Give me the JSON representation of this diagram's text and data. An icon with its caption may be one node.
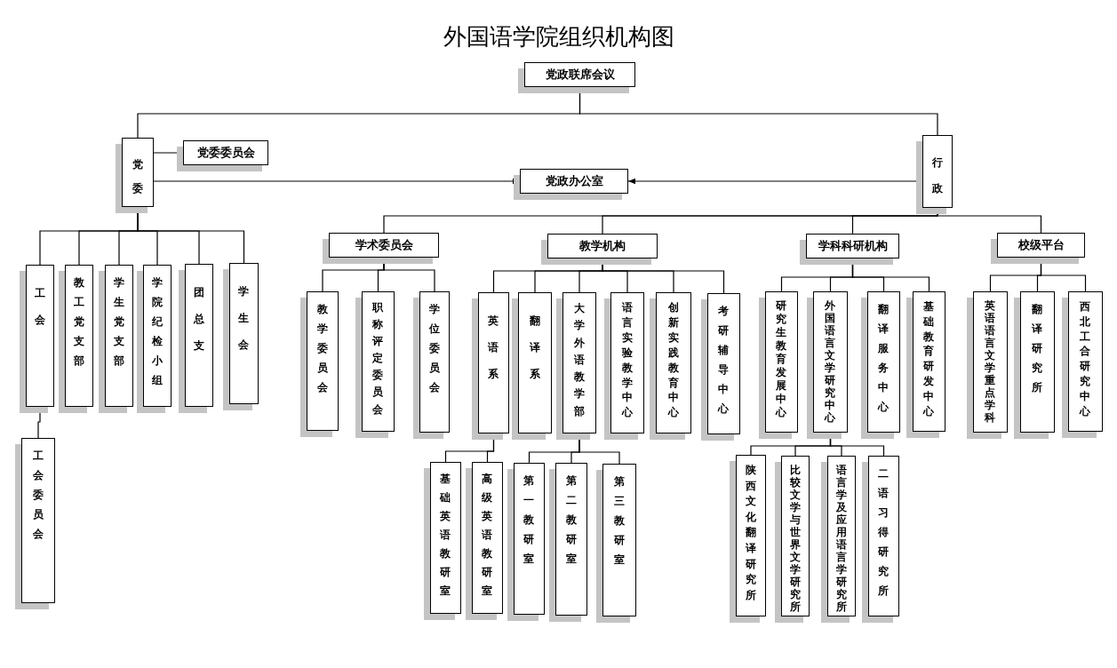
{
  "diagram": {
    "title": "外国语学院组织机构图",
    "nodes": [
      {
        "text": [
          "党政联席会议"
        ]
      },
      {
        "text": [
          "党委"
        ]
      },
      {
        "text": [
          "党委委员会"
        ]
      },
      {
        "text": [
          "行政"
        ]
      },
      {
        "text": [
          "党政办公室"
        ]
      },
      {
        "text": [
          "工会"
        ]
      },
      {
        "text": [
          "教工党支部"
        ]
      },
      {
        "text": [
          "学生党支部"
        ]
      },
      {
        "text": [
          "学院纪检小组"
        ]
      },
      {
        "text": [
          "团总支"
        ]
      },
      {
        "text": [
          "学生会"
        ]
      },
      {
        "text": [
          "工会委员会"
        ]
      },
      {
        "text": [
          "学术委员会"
        ]
      },
      {
        "text": [
          "教学机构"
        ]
      },
      {
        "text": [
          "学科科研机构"
        ]
      },
      {
        "text": [
          "校级平台"
        ]
      },
      {
        "text": [
          "教学委员会"
        ]
      },
      {
        "text": [
          "职称评定委员会"
        ]
      },
      {
        "text": [
          "学位委员会"
        ]
      },
      {
        "text": [
          "英语系"
        ]
      },
      {
        "text": [
          "翻译系"
        ]
      },
      {
        "text": [
          "大学外语教学部"
        ]
      },
      {
        "text": [
          "语言实验教学中心"
        ]
      },
      {
        "text": [
          "创新实践教育中心"
        ]
      },
      {
        "text": [
          "考研辅导中心"
        ]
      },
      {
        "text": [
          "研究生教育发展中心"
        ]
      },
      {
        "text": [
          "外国语言文学研究中心"
        ]
      },
      {
        "text": [
          "翻译服务中心"
        ]
      },
      {
        "text": [
          "基础教育研发中心"
        ]
      },
      {
        "text": [
          "英语语言文学重点学科"
        ]
      },
      {
        "text": [
          "翻译研究所"
        ]
      },
      {
        "text": [
          "西北工合研究中心"
        ]
      },
      {
        "text": [
          "基础英语教研室"
        ]
      },
      {
        "text": [
          "高级英语教研室"
        ]
      },
      {
        "text": [
          "第一教研室"
        ]
      },
      {
        "text": [
          "第二教研室"
        ]
      },
      {
        "text": [
          "第三教研室"
        ]
      },
      {
        "text": [
          "陕西文化翻译研究所"
        ]
      },
      {
        "text": [
          "比较文学与世界文学研究所"
        ]
      },
      {
        "text": [
          "语言学及应用语言学研究所"
        ]
      },
      {
        "text": [
          "二语习得研究所"
        ]
      }
    ],
    "edges": [
      {
        "from": 0,
        "to": 1,
        "arrow": "none"
      },
      {
        "from": 0,
        "to": 3,
        "arrow": "none"
      },
      {
        "from": 1,
        "to": 2,
        "arrow": "none"
      },
      {
        "from": 1,
        "to": 4,
        "arrow": "to"
      },
      {
        "from": 3,
        "to": 4,
        "arrow": "to"
      },
      {
        "from": 1,
        "to": 5,
        "arrow": "none"
      },
      {
        "from": 1,
        "to": 6,
        "arrow": "none"
      },
      {
        "from": 1,
        "to": 7,
        "arrow": "none"
      },
      {
        "from": 1,
        "to": 8,
        "arrow": "none"
      },
      {
        "from": 1,
        "to": 9,
        "arrow": "none"
      },
      {
        "from": 1,
        "to": 10,
        "arrow": "none"
      },
      {
        "from": 5,
        "to": 11,
        "arrow": "none"
      },
      {
        "from": 3,
        "to": 12,
        "arrow": "none"
      },
      {
        "from": 3,
        "to": 13,
        "arrow": "none"
      },
      {
        "from": 3,
        "to": 14,
        "arrow": "none"
      },
      {
        "from": 3,
        "to": 15,
        "arrow": "none"
      },
      {
        "from": 12,
        "to": 16,
        "arrow": "none"
      },
      {
        "from": 12,
        "to": 17,
        "arrow": "none"
      },
      {
        "from": 12,
        "to": 18,
        "arrow": "none"
      },
      {
        "from": 13,
        "to": 19,
        "arrow": "none"
      },
      {
        "from": 13,
        "to": 20,
        "arrow": "none"
      },
      {
        "from": 13,
        "to": 21,
        "arrow": "none"
      },
      {
        "from": 13,
        "to": 22,
        "arrow": "none"
      },
      {
        "from": 13,
        "to": 23,
        "arrow": "none"
      },
      {
        "from": 13,
        "to": 24,
        "arrow": "none"
      },
      {
        "from": 14,
        "to": 25,
        "arrow": "none"
      },
      {
        "from": 14,
        "to": 26,
        "arrow": "none"
      },
      {
        "from": 14,
        "to": 27,
        "arrow": "none"
      },
      {
        "from": 14,
        "to": 28,
        "arrow": "none"
      },
      {
        "from": 15,
        "to": 29,
        "arrow": "none"
      },
      {
        "from": 15,
        "to": 30,
        "arrow": "none"
      },
      {
        "from": 15,
        "to": 31,
        "arrow": "none"
      },
      {
        "from": 19,
        "to": 32,
        "arrow": "none"
      },
      {
        "from": 19,
        "to": 33,
        "arrow": "none"
      },
      {
        "from": 21,
        "to": 34,
        "arrow": "none"
      },
      {
        "from": 21,
        "to": 35,
        "arrow": "none"
      },
      {
        "from": 21,
        "to": 36,
        "arrow": "none"
      },
      {
        "from": 26,
        "to": 37,
        "arrow": "none"
      },
      {
        "from": 26,
        "to": 38,
        "arrow": "none"
      },
      {
        "from": 26,
        "to": 39,
        "arrow": "none"
      },
      {
        "from": 26,
        "to": 40,
        "arrow": "none"
      }
    ]
  }
}
